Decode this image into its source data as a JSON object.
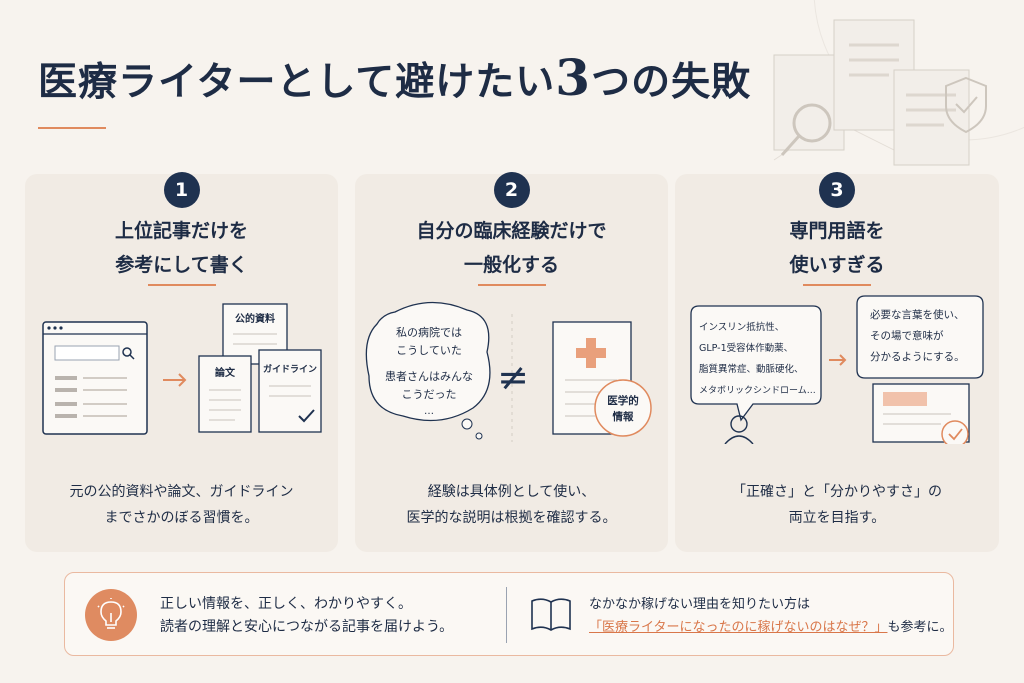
{
  "title": {
    "text": "医療ライターとして避けたい",
    "number": "3",
    "suffix": "つの失敗"
  },
  "cards": [
    {
      "number": "1",
      "title_line1": "上位記事だけを",
      "title_line2": "参考にして書く",
      "caption_line1": "元の公的資料や論文、ガイドライン",
      "caption_line2": "までさかのぼる習慣を。",
      "doc_labels": {
        "public": "公的資料",
        "paper": "論文",
        "guideline": "ガイドライン"
      }
    },
    {
      "number": "2",
      "title_line1": "自分の臨床経験だけで",
      "title_line2": "一般化する",
      "thought_line1": "私の病院では",
      "thought_line2": "こうしていた",
      "thought_line3": "患者さんはみんな",
      "thought_line4": "こうだった",
      "thought_line5": "…",
      "not_equal": "≠",
      "stamp_line1": "医学的",
      "stamp_line2": "情報",
      "caption_line1": "経験は具体例として使い、",
      "caption_line2": "医学的な説明は根拠を確認する。"
    },
    {
      "number": "3",
      "title_line1": "専門用語を",
      "title_line2": "使いすぎる",
      "jargon_line1": "インスリン抵抗性、",
      "jargon_line2": "GLP-1受容体作動薬、",
      "jargon_line3": "脂質異常症、動脈硬化、",
      "jargon_line4": "メタボリックシンドローム…",
      "plain_line1": "必要な言葉を使い、",
      "plain_line2": "その場で意味が",
      "plain_line3": "分かるようにする。",
      "caption_line1": "「正確さ」と「分かりやすさ」の",
      "caption_line2": "両立を目指す。"
    }
  ],
  "bottom": {
    "left_line1": "正しい情報を、正しく、わかりやすく。",
    "left_line2": "読者の理解と安心につながる記事を届けよう。",
    "right_line1": "なかなか稼げない理由を知りたい方は",
    "right_link": "「医療ライターになったのに稼げないのはなぜ？」",
    "right_suffix": "も参考に。"
  },
  "colors": {
    "navy": "#1f3250",
    "accent": "#e08a5e",
    "card_bg": "#f1ebe4",
    "page_bg": "#f7f3ee"
  },
  "icons": [
    "magnifier-icon",
    "shield-check-icon",
    "arrow-right-icon",
    "check-icon",
    "cross-icon",
    "person-icon",
    "lightbulb-icon",
    "book-icon"
  ]
}
